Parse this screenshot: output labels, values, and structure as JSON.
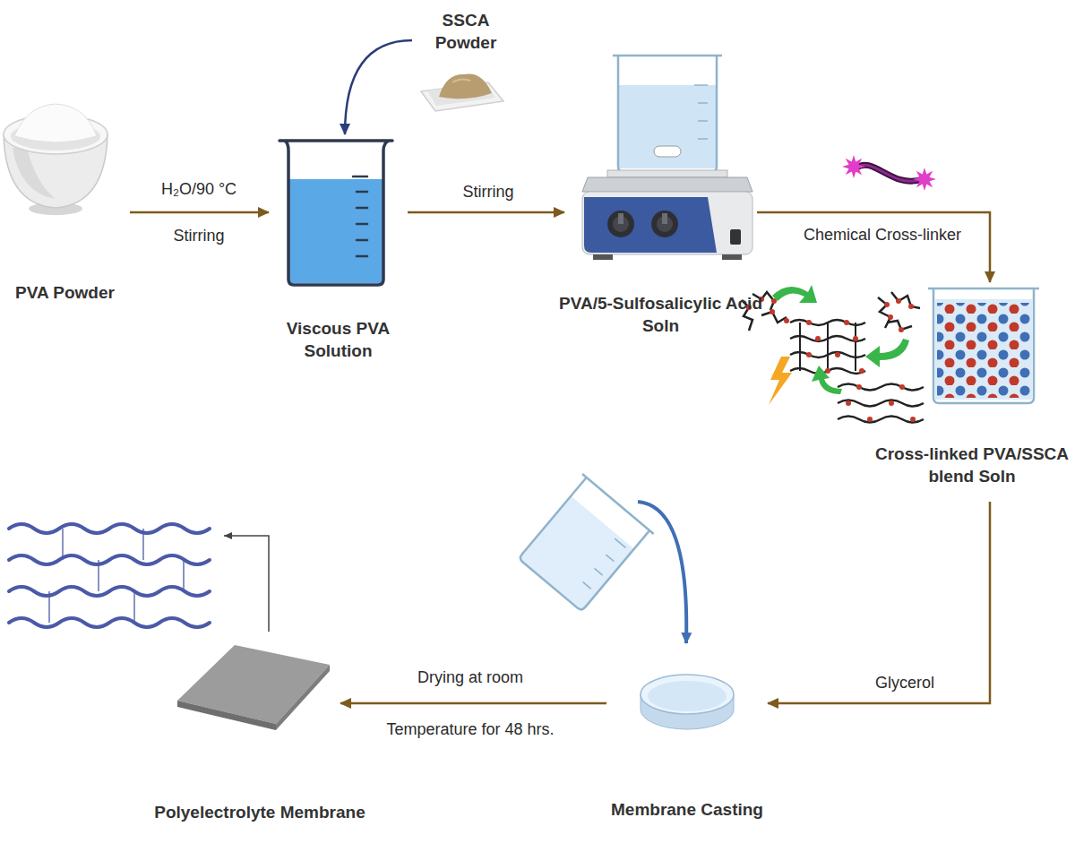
{
  "diagram": {
    "nodes": [
      {
        "text": [
          "PVA Powder"
        ]
      },
      {
        "text": [
          "Viscous PVA Solution"
        ]
      },
      {
        "text": [
          "SSCA Powder"
        ]
      },
      {
        "text": [
          "PVA/5-Sulfosalicylic Acid Soln"
        ]
      },
      {
        "text": [
          "Cross-linked PVA/SSCA blend Soln"
        ]
      },
      {
        "text": [
          "Membrane Casting"
        ]
      },
      {
        "text": [
          "Polyelectrolyte Membrane"
        ]
      }
    ],
    "edges": [
      {
        "from": 0,
        "to": 1,
        "arrow": "to",
        "label": "H₂O/90 °C Stirring"
      },
      {
        "from": 2,
        "to": 1,
        "arrow": "to"
      },
      {
        "from": 1,
        "to": 3,
        "arrow": "to",
        "label": "Stirring"
      },
      {
        "from": 3,
        "to": 4,
        "arrow": "to",
        "label": "Chemical Cross-linker"
      },
      {
        "from": 4,
        "to": 5,
        "arrow": "to",
        "label": "Glycerol"
      },
      {
        "from": 5,
        "to": 6,
        "arrow": "to",
        "label": "Drying at room Temperature for 48 hrs."
      }
    ]
  }
}
